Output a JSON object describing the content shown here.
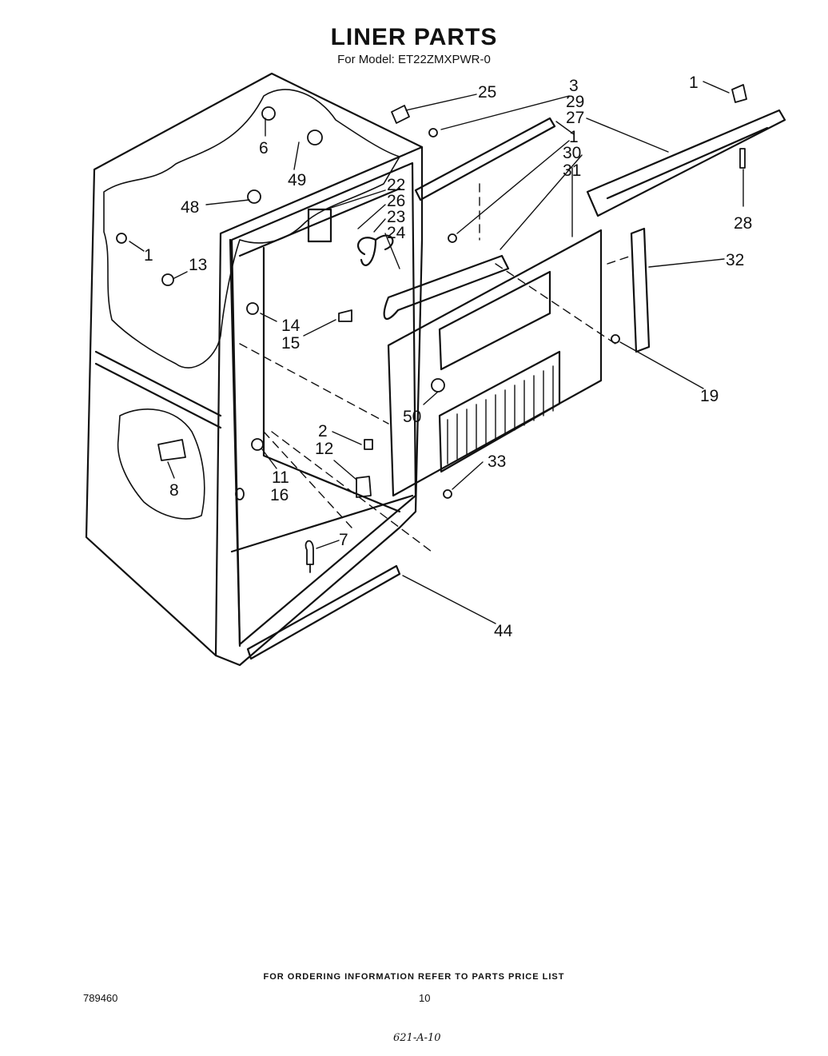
{
  "header": {
    "title": "LINER PARTS",
    "subtitle": "For Model: ET22ZMXPWR-0"
  },
  "callouts": [
    "1",
    "3",
    "25",
    "29",
    "27",
    "1",
    "30",
    "31",
    "22",
    "26",
    "23",
    "24",
    "6",
    "49",
    "48",
    "1",
    "13",
    "14",
    "15",
    "32",
    "28",
    "19",
    "50",
    "2",
    "12",
    "33",
    "11",
    "16",
    "8",
    "7",
    "44"
  ],
  "footer": {
    "ordering_note": "FOR ORDERING INFORMATION REFER TO PARTS PRICE LIST",
    "document_number": "789460",
    "page_number": "10",
    "handwritten_code": "621-A-10"
  }
}
